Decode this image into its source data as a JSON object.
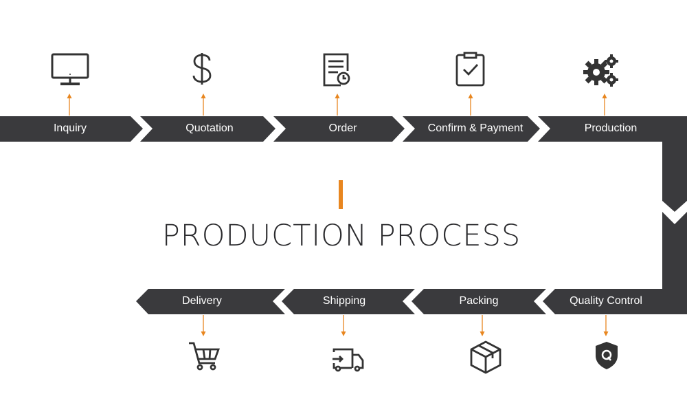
{
  "title": "PRODUCTION PROCESS",
  "colors": {
    "band": "#3a3a3d",
    "accent": "#e8861f",
    "icon": "#333333",
    "text": "#ffffff"
  },
  "top_steps": [
    {
      "label": "Inquiry",
      "icon": "monitor-icon"
    },
    {
      "label": "Quotation",
      "icon": "dollar-icon"
    },
    {
      "label": "Order",
      "icon": "document-clock-icon"
    },
    {
      "label": "Confirm & Payment",
      "icon": "clipboard-check-icon"
    },
    {
      "label": "Production",
      "icon": "gears-icon"
    }
  ],
  "bottom_steps": [
    {
      "label": "Quality Control",
      "icon": "shield-q-icon"
    },
    {
      "label": "Packing",
      "icon": "box-icon"
    },
    {
      "label": "Shipping",
      "icon": "truck-icon"
    },
    {
      "label": "Delivery",
      "icon": "cart-icon"
    }
  ]
}
